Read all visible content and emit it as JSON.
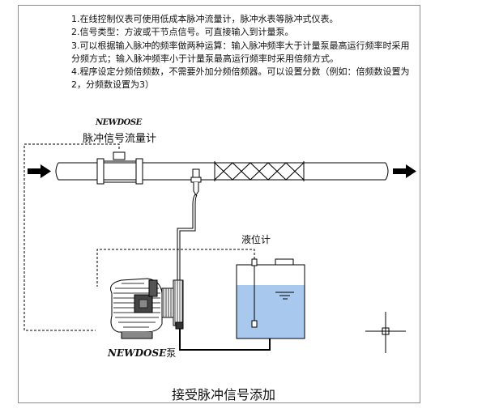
{
  "notes": [
    "1.在线控制仪表可使用低成本脉冲流量计，脉冲水表等脉冲式仪表。",
    "2.信号类型：方波或干节点信号。可直接输入到计量泵。",
    "3.可以根据输入脉冲的频率做两种运算：输入脉冲频率大于计量泵最高运行频率时采用分频方式；输入脉冲频率小于计量泵最高运行频率时采用倍频方式。",
    "4.程序设定分频倍频数，不需要外加分频倍频器。可以设置分数（例如：倍频数设置为2，分频数设置为3）"
  ],
  "labels": {
    "meter_brand": "NEWDOSE",
    "meter_name": "脉冲信号流量计",
    "level_gauge": "液位计",
    "pump_brand": "NEWDOSE",
    "pump_suffix": "泵",
    "caption": "接受脉冲信号添加"
  },
  "icons": {
    "flow_arrows": "arrow-right-icon",
    "crosshair": "crosshair-icon"
  },
  "colors": {
    "tank_liquid": "#a9c8ee",
    "line": "#000000"
  }
}
